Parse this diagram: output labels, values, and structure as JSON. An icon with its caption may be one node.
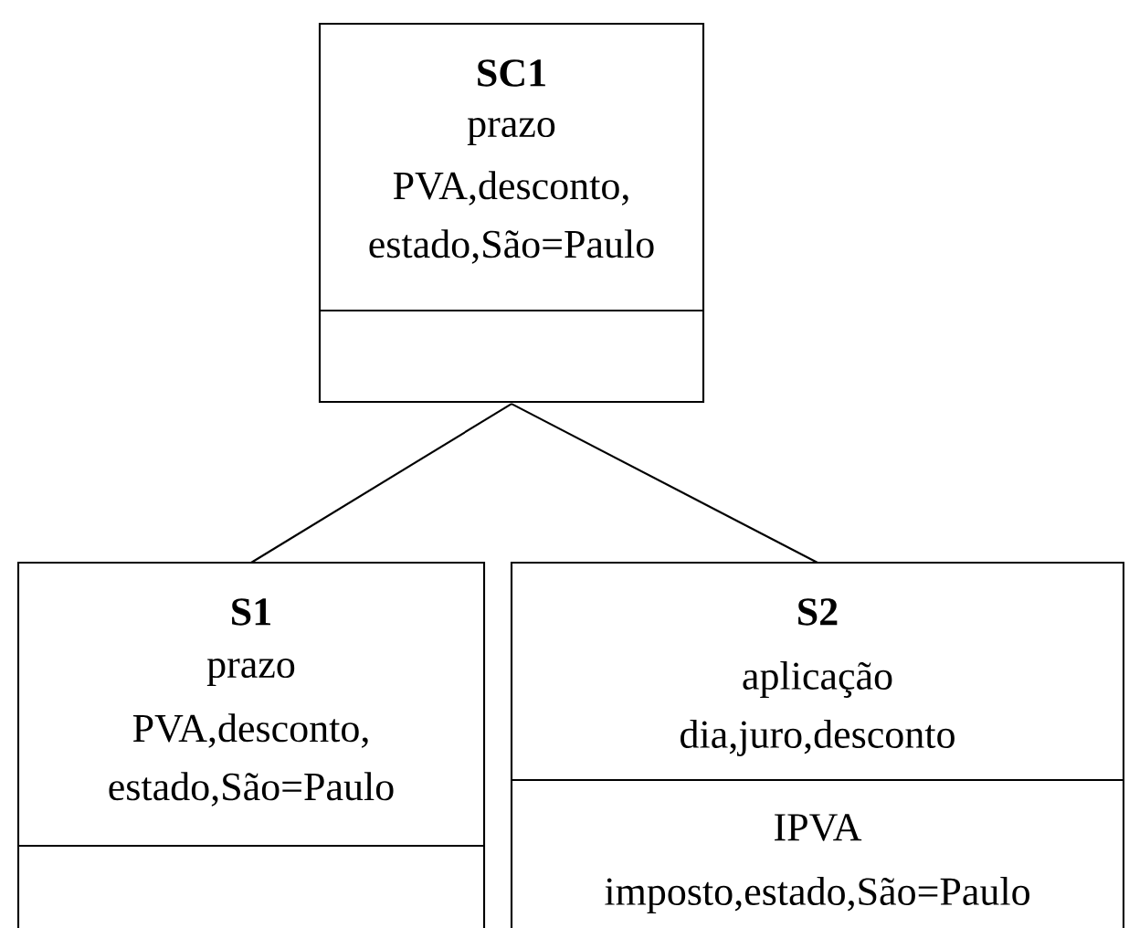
{
  "diagram": {
    "nodes": [
      {
        "text": [
          "SC1",
          "prazo",
          "PVA,desconto,",
          "estado,São=Paulo"
        ]
      },
      {
        "text": [
          "S1",
          "prazo",
          "PVA,desconto,",
          "estado,São=Paulo"
        ]
      },
      {
        "text": [
          "S2",
          "aplicação",
          "dia,juro,desconto",
          "IPVA",
          "imposto,estado,São=Paulo"
        ]
      }
    ],
    "edges": [
      {
        "from": 0,
        "to": 1,
        "arrow": "none"
      },
      {
        "from": 0,
        "to": 2,
        "arrow": "none"
      }
    ]
  }
}
